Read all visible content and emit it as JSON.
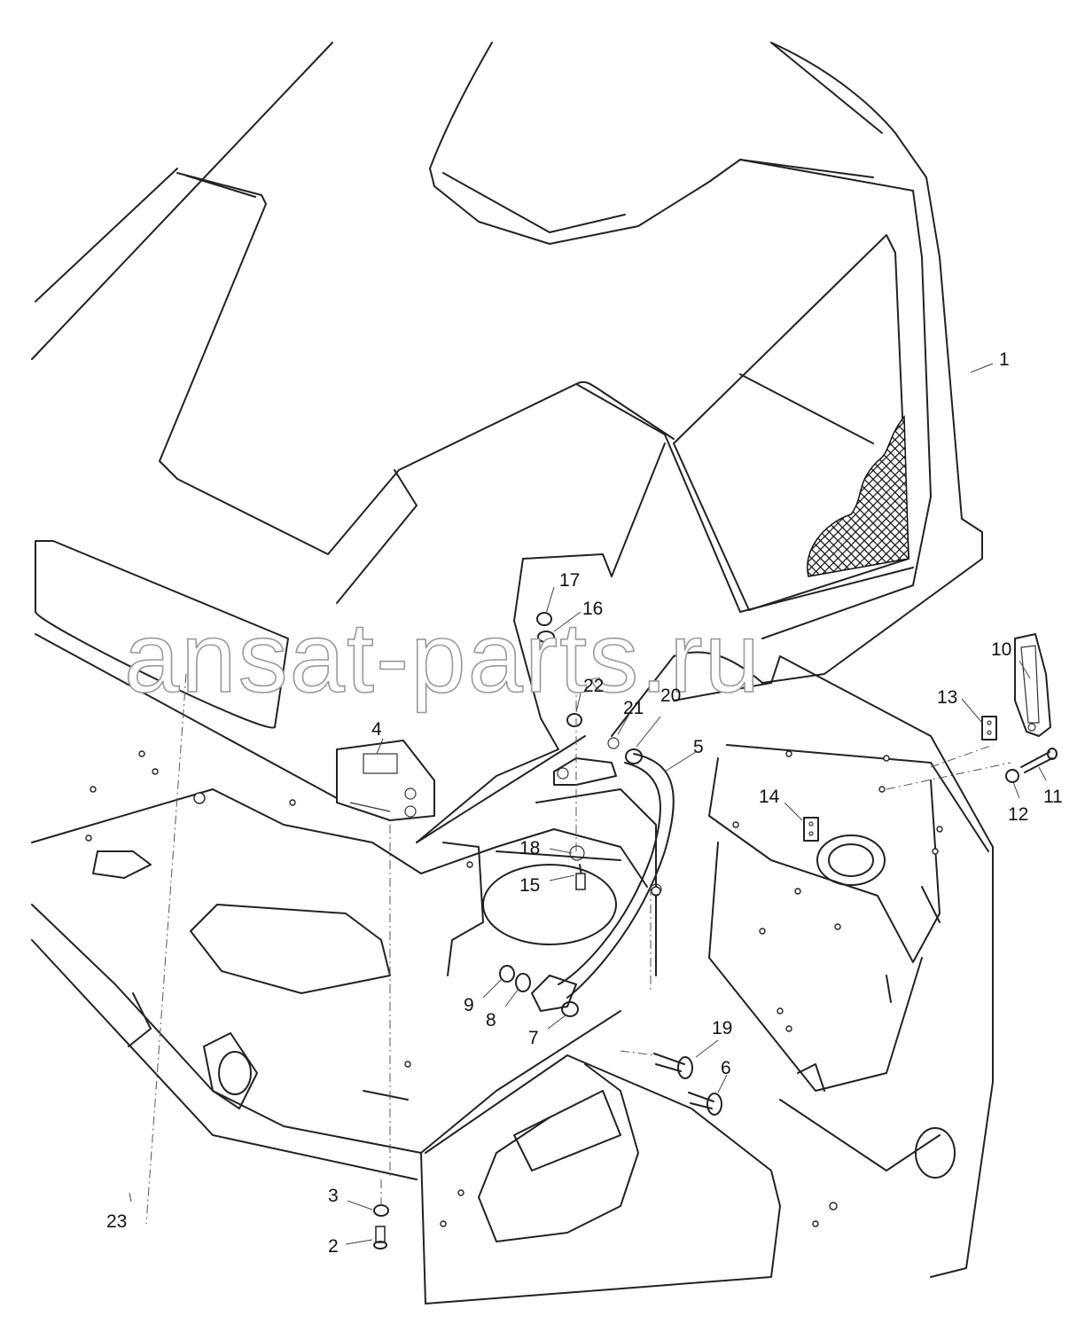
{
  "watermark": "ansat-parts.ru",
  "callouts": [
    "1",
    "2",
    "3",
    "4",
    "5",
    "6",
    "7",
    "8",
    "9",
    "10",
    "11",
    "12",
    "13",
    "14",
    "15",
    "16",
    "17",
    "18",
    "19",
    "20",
    "21",
    "22",
    "23"
  ]
}
